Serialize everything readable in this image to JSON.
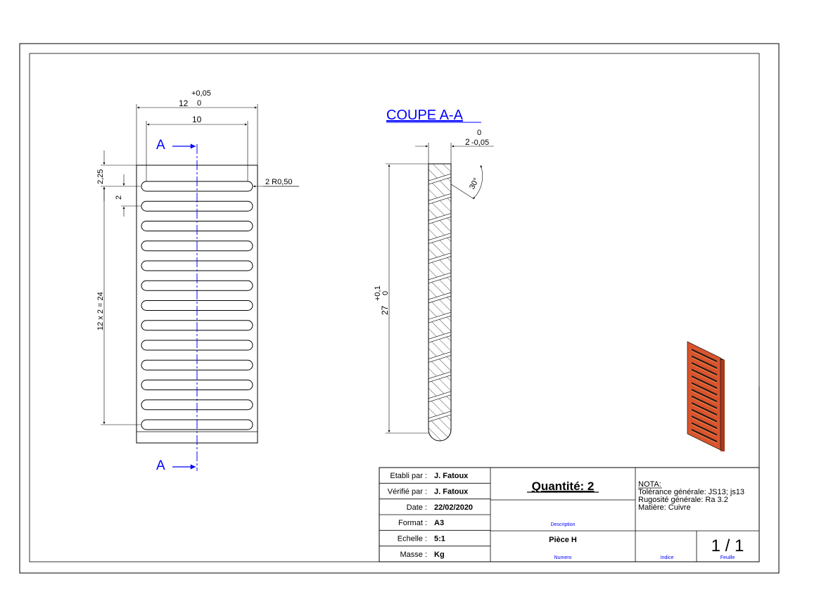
{
  "front_view": {
    "dim_width_total": "12",
    "dim_width_tol_upper": "+0,05",
    "dim_width_tol_lower": "0",
    "dim_width_inner": "10",
    "dim_top_offset": "2,25",
    "dim_pitch": "2",
    "dim_pattern": "12 x 2 = 24",
    "dim_radius": "2 R0,50",
    "section_label": "A",
    "slot_count": 13
  },
  "section_view": {
    "title": "COUPE A-A",
    "dim_thickness": "2",
    "dim_thickness_tol_upper": "0",
    "dim_thickness_tol_lower": "-0,05",
    "dim_height": "27",
    "dim_height_tol_upper": "+0,1",
    "dim_height_tol_lower": "0",
    "dim_angle": "30°"
  },
  "iso_view": {
    "colors": {
      "face": "#d9542e",
      "edge": "#f08a52",
      "dark": "#2b1a12",
      "side": "#a83a1c"
    }
  },
  "title_block": {
    "rows": [
      {
        "label": "Etabli par :",
        "value": "J. Fatoux"
      },
      {
        "label": "Vérifié par :",
        "value": "J. Fatoux"
      },
      {
        "label": "Date :",
        "value": "22/02/2020"
      },
      {
        "label": "Format :",
        "value": "A3"
      },
      {
        "label": "Echelle :",
        "value": "5:1"
      },
      {
        "label": "Masse :",
        "value": "Kg"
      }
    ],
    "quantity": "Quantité: 2",
    "description_label": "Description",
    "part_name": "Pièce H",
    "numero_label": "Numero",
    "nota_title": "NOTA:",
    "nota_lines": [
      "Tolérance générale: JS13; js13",
      "Rugosité générale: Ra 3.2",
      "Matière: Cuivre"
    ],
    "indice_label": "Indice",
    "sheet": "1 / 1",
    "feuille_label": "Feuille"
  },
  "colors": {
    "line": "#000000",
    "blue": "#0000ff"
  }
}
